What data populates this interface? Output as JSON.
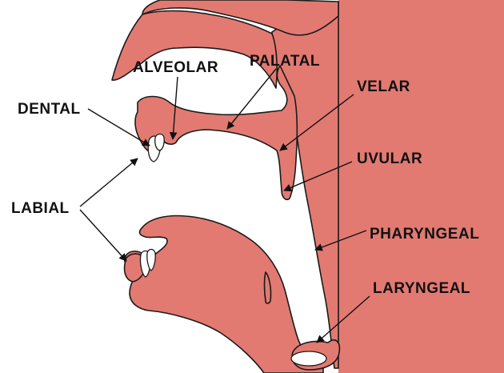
{
  "diagram": {
    "colors": {
      "tissue": "#e27a72",
      "outline": "#1a1a1a",
      "background": "#ffffff",
      "text": "#111111"
    },
    "labels": {
      "alveolar": "ALVEOLAR",
      "palatal": "PALATAL",
      "dental": "DENTAL",
      "velar": "VELAR",
      "uvular": "UVULAR",
      "labial": "LABIAL",
      "pharyngeal": "PHARYNGEAL",
      "laryngeal": "LARYNGEAL"
    }
  }
}
